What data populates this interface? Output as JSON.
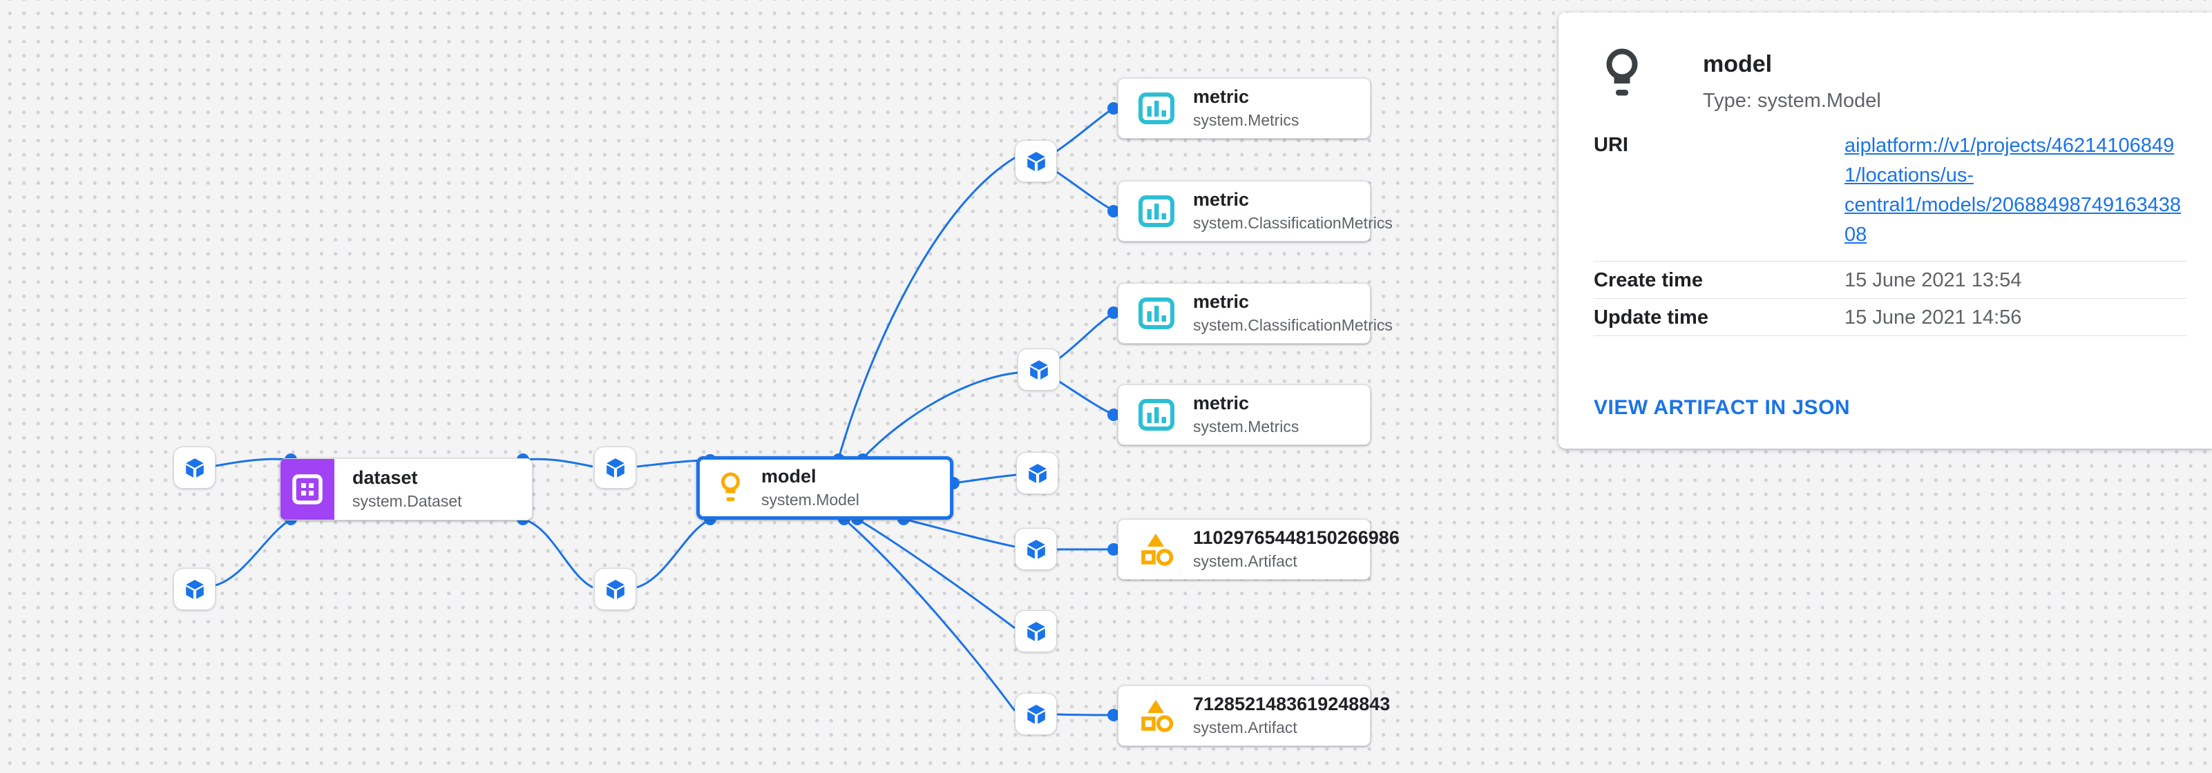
{
  "colors": {
    "edge": "#1a73e8",
    "dataset_accent": "#a142f4",
    "model_accent": "#f9ab00",
    "metric_accent": "#2cbfd4",
    "artifact_accent": "#f9ab00",
    "link": "#1a73e8",
    "canvas_bg": "#f4f4f5",
    "dot": "#d2d2d6"
  },
  "nodes": {
    "dataset": {
      "title": "dataset",
      "subtitle": "system.Dataset"
    },
    "model": {
      "title": "model",
      "subtitle": "system.Model"
    },
    "metrics": [
      {
        "title": "metric",
        "subtitle": "system.Metrics"
      },
      {
        "title": "metric",
        "subtitle": "system.ClassificationMetrics"
      },
      {
        "title": "metric",
        "subtitle": "system.ClassificationMetrics"
      },
      {
        "title": "metric",
        "subtitle": "system.Metrics"
      }
    ],
    "artifacts": [
      {
        "title": "11029765448150266986",
        "subtitle": "system.Artifact"
      },
      {
        "title": "7128521483619248843",
        "subtitle": "system.Artifact"
      }
    ]
  },
  "panel": {
    "title": "model",
    "type_line": "Type: system.Model",
    "uri_label": "URI",
    "uri_lines": [
      "aiplatform://v1/projects/46214106849",
      "1/locations/us-",
      "central1/models/20688498749163438",
      "08"
    ],
    "create_label": "Create time",
    "create_value": "15 June 2021 13:54",
    "update_label": "Update time",
    "update_value": "15 June 2021 14:56",
    "action_label": "VIEW ARTIFACT IN JSON"
  }
}
